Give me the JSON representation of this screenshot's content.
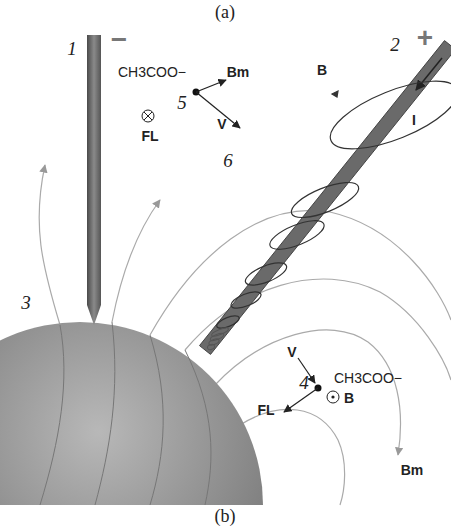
{
  "diagram": {
    "labels": [
      "(a)",
      "1",
      "−",
      "2",
      "+",
      "B",
      "I",
      "CH3COO−",
      "Bm",
      "5",
      "FL",
      "V",
      "6",
      "3",
      "V",
      "4",
      "CH3COO−",
      "FL",
      "B",
      "Bm",
      "(b)"
    ]
  }
}
